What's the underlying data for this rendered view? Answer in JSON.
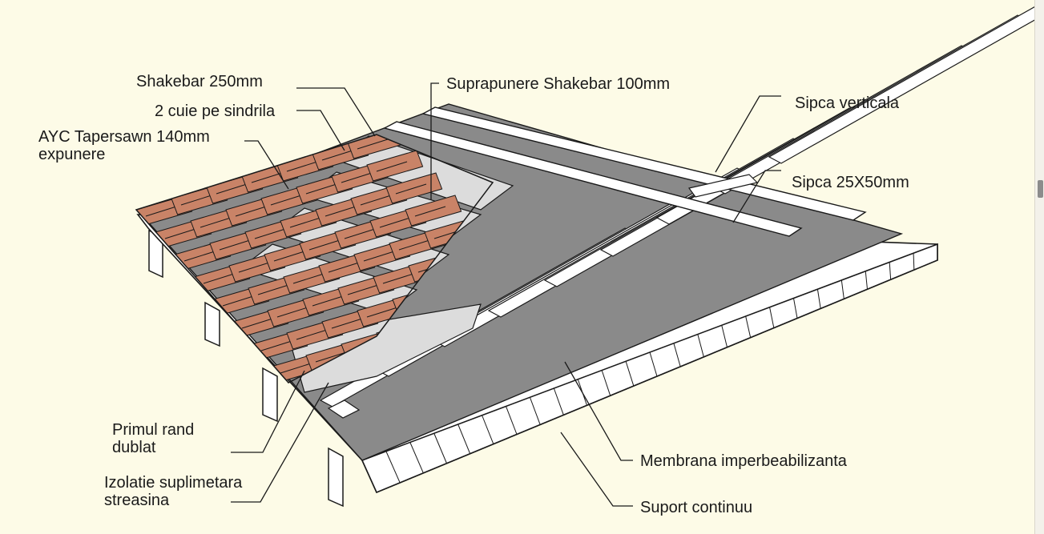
{
  "labels": {
    "shakebar": "Shakebar 250mm",
    "nails": "2 cuie pe sindrila",
    "tapersawn_line1": "AYC Tapersawn 140mm",
    "tapersawn_line2": "expunere",
    "overlap": "Suprapunere Shakebar 100mm",
    "vertical_batten": "Sipca verticala",
    "batten": "Sipca 25X50mm",
    "first_row_line1": "Primul rand",
    "first_row_line2": "dublat",
    "insulation_line1": "Izolatie suplimetara",
    "insulation_line2": "streasina",
    "membrane": "Membrana imperbeabilizanta",
    "deck": "Suport continuu"
  },
  "colors": {
    "background": "#fdfbe7",
    "shingle": "#c98367",
    "membrane": "#8a8a8a",
    "underlay": "#dcdcdc",
    "deck_tile": "#ffffff",
    "outline": "#1a1a1a"
  }
}
